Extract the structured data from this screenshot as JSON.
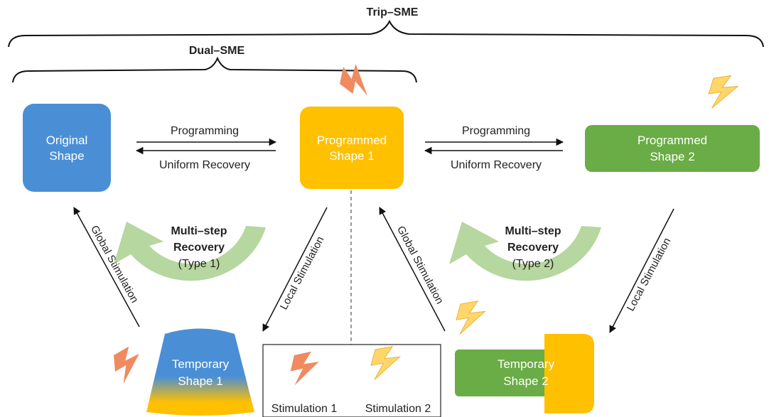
{
  "brackets": {
    "trip": "Trip–SME",
    "dual": "Dual–SME"
  },
  "shapes": {
    "original": [
      "Original",
      "Shape"
    ],
    "programmed1": [
      "Programmed",
      "Shape 1"
    ],
    "programmed2": [
      "Programmed",
      "Shape 2"
    ],
    "temporary1": [
      "Temporary",
      "Shape 1"
    ],
    "temporary2": [
      "Temporary",
      "Shape 2"
    ]
  },
  "arrows": {
    "programming_left": "Programming",
    "recovery_left": "Uniform Recovery",
    "programming_right": "Programming",
    "recovery_right": "Uniform Recovery",
    "global_left": "Global Stimulation",
    "local_left": "Local Stimulation",
    "global_right": "Global Stimulation",
    "local_right": "Local Stimulation"
  },
  "multistep": {
    "type1": [
      "Multi–step",
      "Recovery",
      "(Type 1)"
    ],
    "type2": [
      "Multi–step",
      "Recovery",
      "(Type 2)"
    ]
  },
  "legend": {
    "stim1": "Stimulation 1",
    "stim2": "Stimulation 2"
  },
  "colors": {
    "blue": "#4a8fd6",
    "yellow": "#ffc000",
    "green": "#6aac45",
    "stim1": "#f08a60",
    "stim2": "#ffd66a",
    "recovery_arrow": "#a9d08e"
  }
}
